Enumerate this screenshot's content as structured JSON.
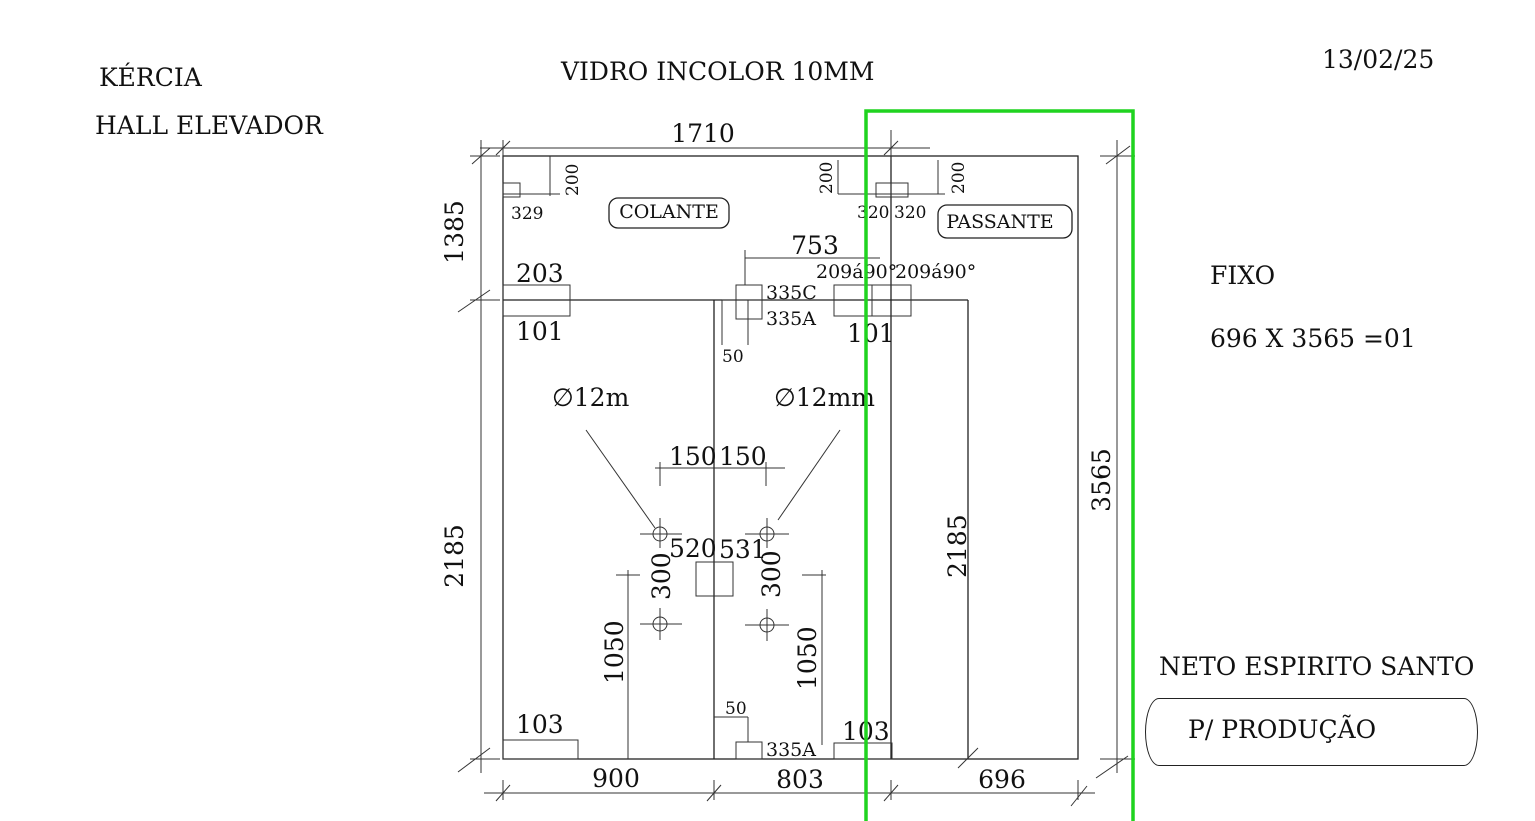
{
  "header": {
    "client": "KÉRCIA",
    "location": "HALL ELEVADOR",
    "material": "VIDRO INCOLOR 10MM",
    "date": "13/02/25"
  },
  "panel": {
    "type": "FIXO",
    "size": "696 X 3565 =01"
  },
  "footer": {
    "company": "NETO ESPIRITO SANTO",
    "status": "P/ PRODUÇÃO"
  },
  "drawing": {
    "tags": {
      "colante": "COLANTE",
      "passante": "PASSANTE"
    },
    "dimensions": {
      "top_width": "1710",
      "upper_height": "1385",
      "lower_height": "2185",
      "total_height": "3565",
      "right_door_height": "2185",
      "bottom_left": "900",
      "bottom_mid": "803",
      "bottom_right": "696",
      "offset_200_a": "200",
      "offset_200_b": "200",
      "offset_200_c": "200",
      "handle_span": "753",
      "hole_gap_left": "150",
      "hole_gap_right": "150",
      "lock_left": "520",
      "lock_right": "531",
      "hole_spacing_left": "300",
      "hole_spacing_right": "300",
      "lock_height_left": "1050",
      "lock_height_right": "1050",
      "gap_50_top": "50",
      "gap_50_bottom": "50",
      "fit_203": "203",
      "fit_101_left": "101",
      "fit_101_right": "101",
      "fit_103_left": "103",
      "fit_103_right": "103"
    },
    "hardware": {
      "h329": "329",
      "h320_left": "320",
      "h320_right": "320",
      "h335c": "335C",
      "h335a_top": "335A",
      "h335a_bottom": "335A",
      "h209_left": "209á90°",
      "h209_right": "209á90°",
      "hole_left": "∅12m",
      "hole_right": "∅12mm"
    }
  }
}
